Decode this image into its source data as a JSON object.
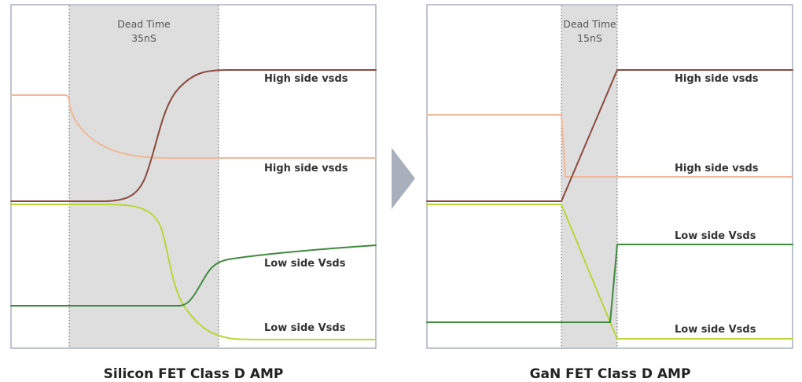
{
  "colors": {
    "high_side_on": "#8a4a3e",
    "high_side_off": "#f0b898",
    "low_side_rise": "#3f8a3f",
    "low_side_fall": "#b9d63a",
    "dead_time_fill": "#dedede",
    "arrow": "#a8b0bd"
  },
  "panels": [
    {
      "id": "silicon",
      "title": "Silicon FET Class D AMP",
      "dead_time_label": "Dead Time",
      "dead_time_value": "35nS",
      "labels": {
        "high_top": "High side vsds",
        "high_bottom": "High side vsds",
        "low_top": "Low side Vsds",
        "low_bottom": "Low side Vsds"
      }
    },
    {
      "id": "gan",
      "title": "GaN FET Class D AMP",
      "dead_time_label": "Dead Time",
      "dead_time_value": "15nS",
      "labels": {
        "high_top": "High side vsds",
        "high_bottom": "High side vsds",
        "low_top": "Low side Vsds",
        "low_bottom": "Low side Vsds"
      }
    }
  ],
  "arrow": {
    "icon": "arrow-right-icon"
  }
}
